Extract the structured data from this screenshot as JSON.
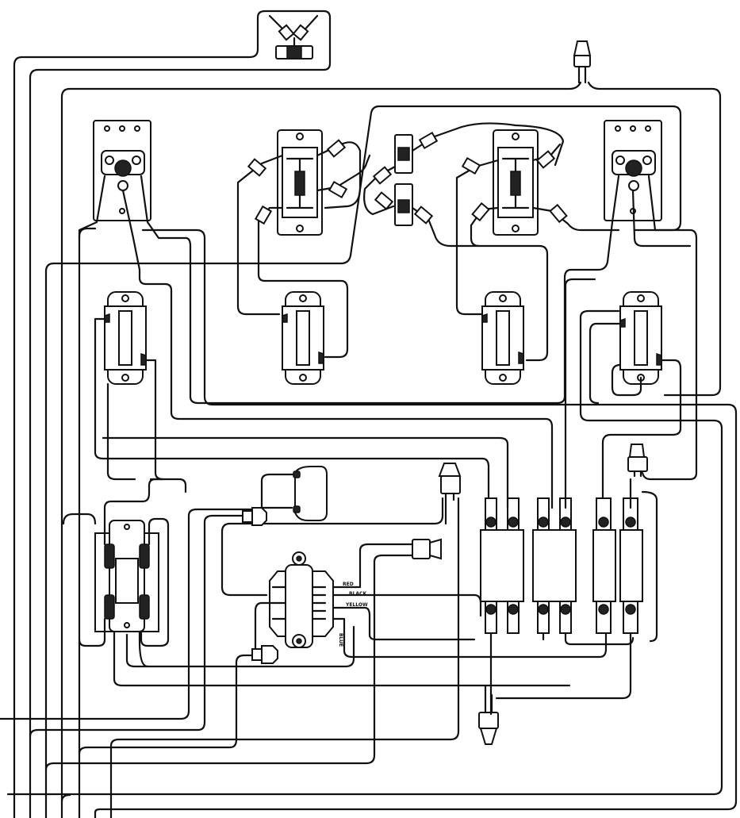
{
  "diagram": {
    "wire_labels": {
      "red": "RED",
      "black": "BLACK",
      "yellow": "YELLOW",
      "blue": "BLUE"
    },
    "components": {
      "receptacles": [
        "single-receptacle-left",
        "single-receptacle-right"
      ],
      "three_way_switches": [
        "three-way-switch-left",
        "three-way-switch-right"
      ],
      "single_pole_switches": [
        "switch-left-upper",
        "switch-center-left",
        "switch-center-right",
        "switch-right-upper"
      ],
      "duplex_receptacle": "duplex-receptacle-lower-left",
      "transformer": "low-voltage-transformer",
      "fuses": [
        "fuse-block-1",
        "fuse-block-2",
        "fuse-block-3",
        "fuse-block-4"
      ],
      "wire_nuts": 5
    }
  }
}
